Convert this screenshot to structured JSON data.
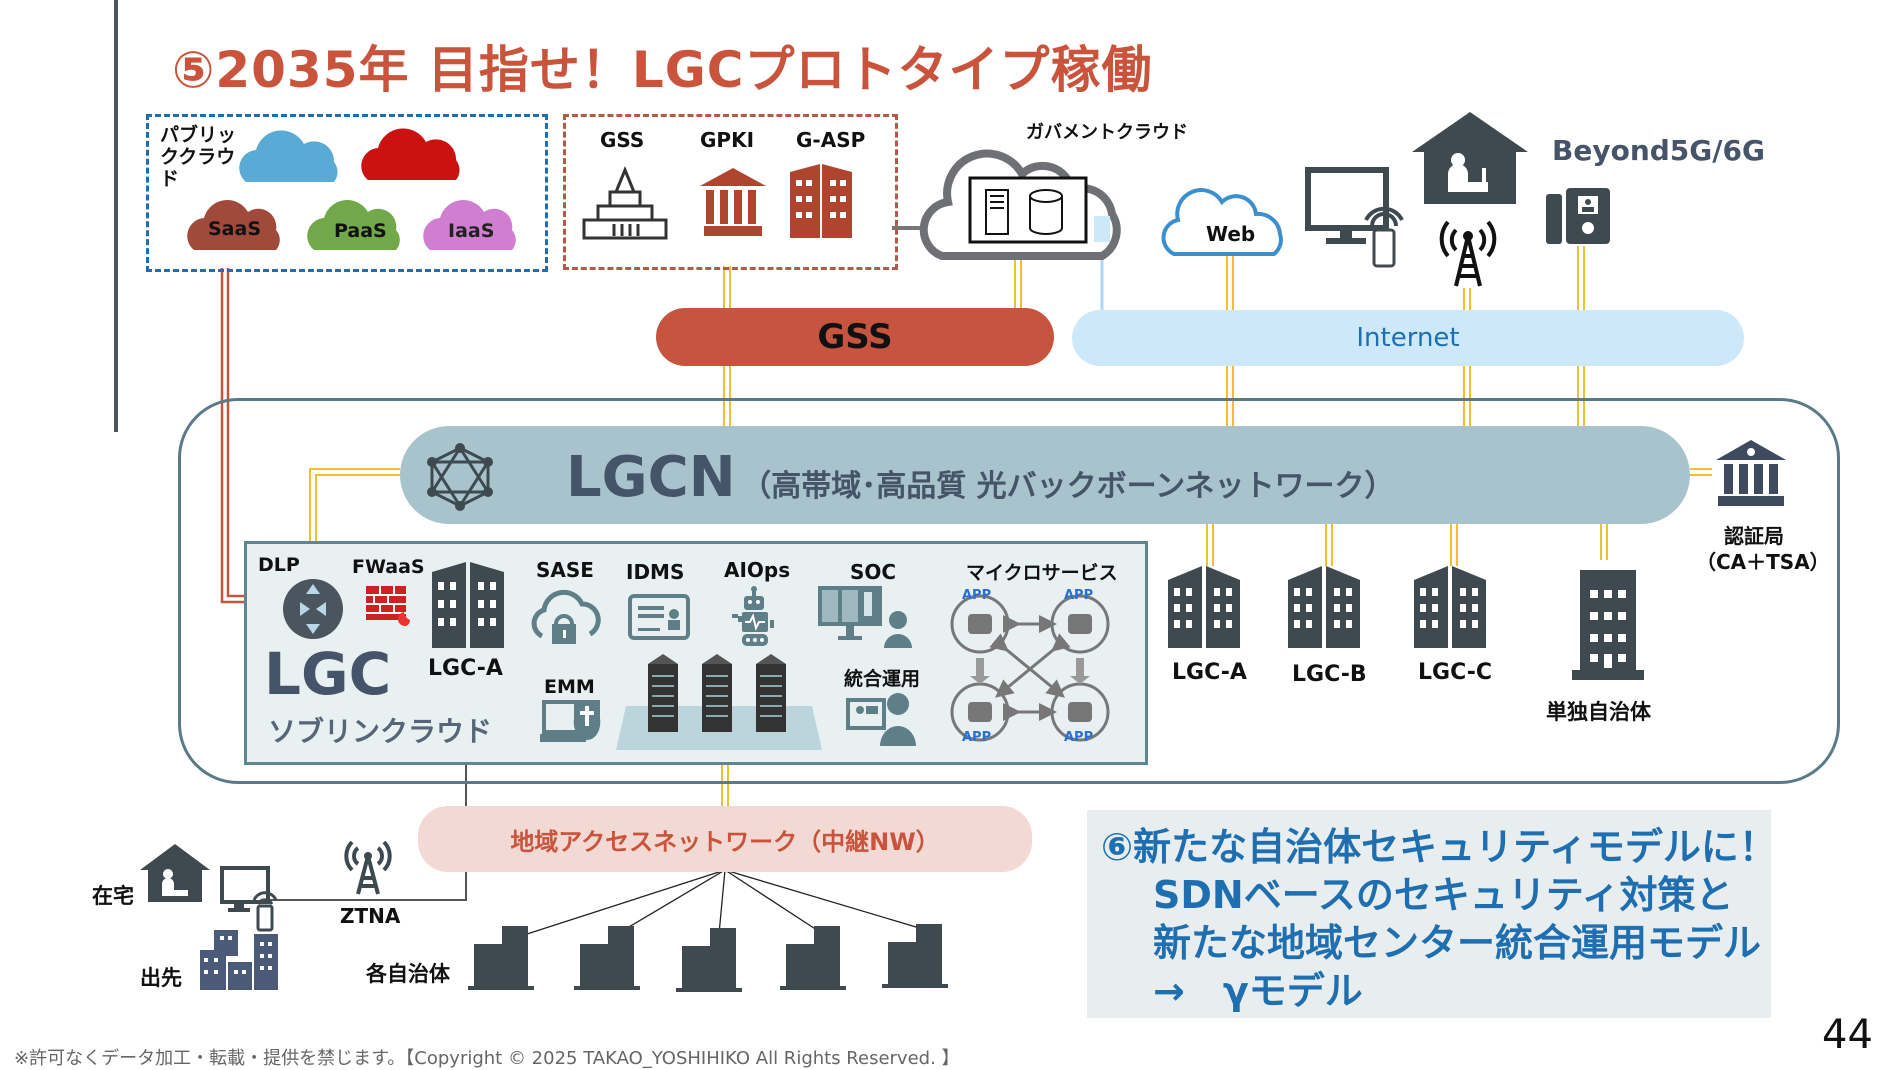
{
  "title": "⑤2035年 目指せ！LGCプロトタイプ稼働",
  "public_cloud": {
    "label": "パブリッククラウド",
    "clouds": [
      "SaaS",
      "PaaS",
      "IaaS"
    ]
  },
  "gov_services": {
    "items": [
      "GSS",
      "GPKI",
      "G-ASP"
    ]
  },
  "gov_cloud": {
    "label": "ガバメントクラウド"
  },
  "web_cloud": {
    "label": "Web"
  },
  "beyond": {
    "label": "Beyond5G/6G"
  },
  "networks": {
    "gss": "GSS",
    "internet": "Internet",
    "lgcn_main": "LGCN",
    "lgcn_sub": "（高帯域･高品質 光バックボーンネットワーク）",
    "access": "地域アクセスネットワーク（中継NW）"
  },
  "lgc": {
    "title": "LGC",
    "subtitle": "ソブリンクラウド",
    "labels": {
      "dlp": "DLP",
      "fwaas": "FWaaS",
      "lgc_a": "LGC-A",
      "sase": "SASE",
      "idms": "IDMS",
      "aiops": "AIOps",
      "soc": "SOC",
      "microservices": "マイクロサービス",
      "emm": "EMM",
      "integrated_ops": "統合運用",
      "app": "APP"
    }
  },
  "sites": {
    "buildings": [
      "LGC-A",
      "LGC-B",
      "LGC-C"
    ],
    "standalone": "単独自治体",
    "ca": [
      "認証局",
      "（CA＋TSA）"
    ]
  },
  "remote": {
    "home": "在宅",
    "outside": "出先",
    "ztna": "ZTNA",
    "municipalities": "各自治体"
  },
  "model_box": {
    "lines": [
      "⑥新たな自治体セキュリティモデルに！",
      "SDNベースのセキュリティ対策と",
      "新たな地域センター統合運用モデル",
      "→　γモデル"
    ]
  },
  "page_number": "44",
  "copyright": "※許可なくデータ加工・転載・提供を禁じます。【Copyright © 2025 TAKAO_YOSHIHIKO All Rights Reserved. 】"
}
